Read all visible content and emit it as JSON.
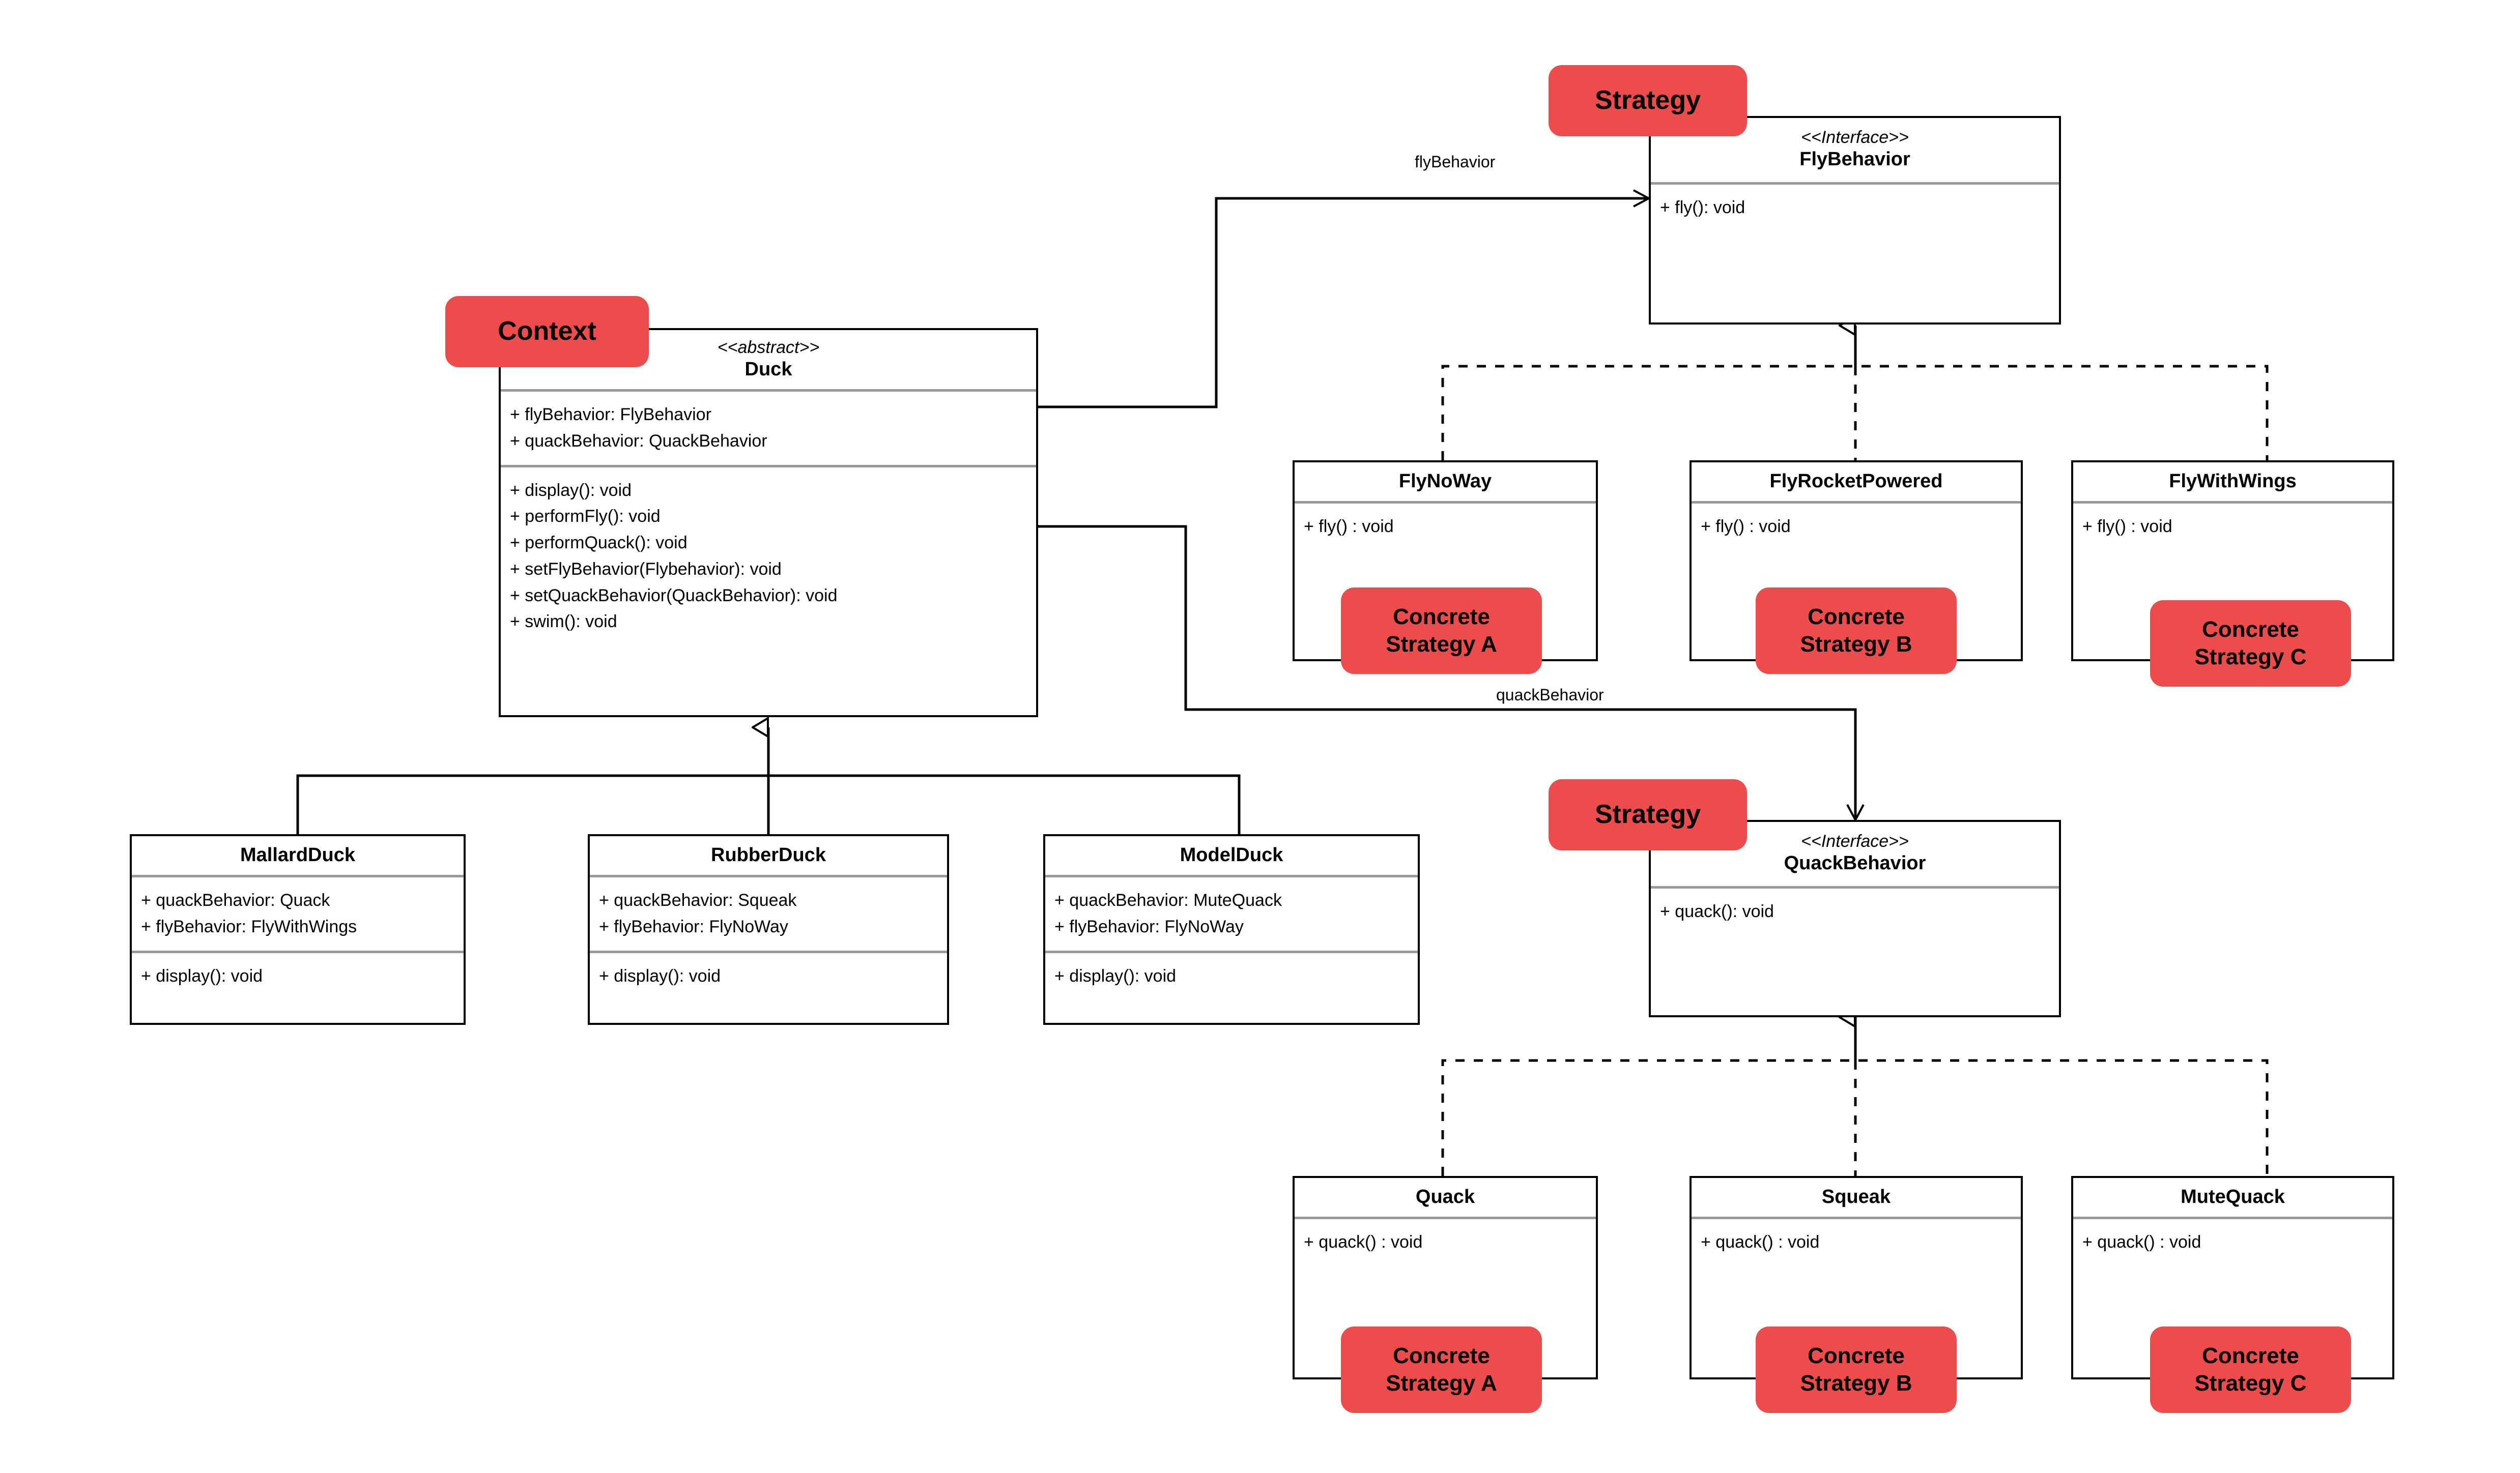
{
  "diagram": {
    "title": "Strategy Pattern - Duck Simulator UML Class Diagram",
    "accent_color": "#ec4c4c",
    "line_color": "#000000",
    "divider_color": "#9a9a9a",
    "background": "#ffffff"
  },
  "badges": {
    "context": "Context",
    "strategy_fly": "Strategy",
    "strategy_quack": "Strategy",
    "concrete_a": {
      "line1": "Concrete",
      "line2": "Strategy A"
    },
    "concrete_b": {
      "line1": "Concrete",
      "line2": "Strategy B"
    },
    "concrete_c": {
      "line1": "Concrete",
      "line2": "Strategy C"
    },
    "concrete_a2": {
      "line1": "Concrete",
      "line2": "Strategy A"
    },
    "concrete_b2": {
      "line1": "Concrete",
      "line2": "Strategy B"
    },
    "concrete_c2": {
      "line1": "Concrete",
      "line2": "Strategy C"
    }
  },
  "edge_labels": {
    "fly_behavior": "flyBehavior",
    "quack_behavior": "quackBehavior"
  },
  "classes": {
    "duck": {
      "stereotype": "<<abstract>>",
      "name": "Duck",
      "attributes": [
        "+ flyBehavior: FlyBehavior",
        "+ quackBehavior: QuackBehavior"
      ],
      "operations": [
        "+ display(): void",
        "+ performFly(): void",
        "+ performQuack(): void",
        "+ setFlyBehavior(Flybehavior): void",
        "+ setQuackBehavior(QuackBehavior): void",
        "+ swim(): void"
      ]
    },
    "fly_behavior": {
      "stereotype": "<<Interface>>",
      "name": "FlyBehavior",
      "operations": [
        "+ fly(): void"
      ]
    },
    "quack_behavior": {
      "stereotype": "<<Interface>>",
      "name": "QuackBehavior",
      "operations": [
        "+ quack(): void"
      ]
    },
    "fly_no_way": {
      "name": "FlyNoWay",
      "operations": [
        "+ fly() : void"
      ]
    },
    "fly_rocket_powered": {
      "name": "FlyRocketPowered",
      "operations": [
        "+ fly() : void"
      ]
    },
    "fly_with_wings": {
      "name": "FlyWithWings",
      "operations": [
        "+ fly() : void"
      ]
    },
    "mallard_duck": {
      "name": "MallardDuck",
      "attributes": [
        "+ quackBehavior: Quack",
        "+ flyBehavior: FlyWithWings"
      ],
      "operations": [
        "+ display(): void"
      ]
    },
    "rubber_duck": {
      "name": "RubberDuck",
      "attributes": [
        "+ quackBehavior: Squeak",
        "+ flyBehavior: FlyNoWay"
      ],
      "operations": [
        "+ display(): void"
      ]
    },
    "model_duck": {
      "name": "ModelDuck",
      "attributes": [
        "+ quackBehavior: MuteQuack",
        "+ flyBehavior: FlyNoWay"
      ],
      "operations": [
        "+ display(): void"
      ]
    },
    "quack": {
      "name": "Quack",
      "operations": [
        "+ quack() : void"
      ]
    },
    "squeak": {
      "name": "Squeak",
      "operations": [
        "+ quack() : void"
      ]
    },
    "mute_quack": {
      "name": "MuteQuack",
      "operations": [
        "+ quack() : void"
      ]
    }
  }
}
